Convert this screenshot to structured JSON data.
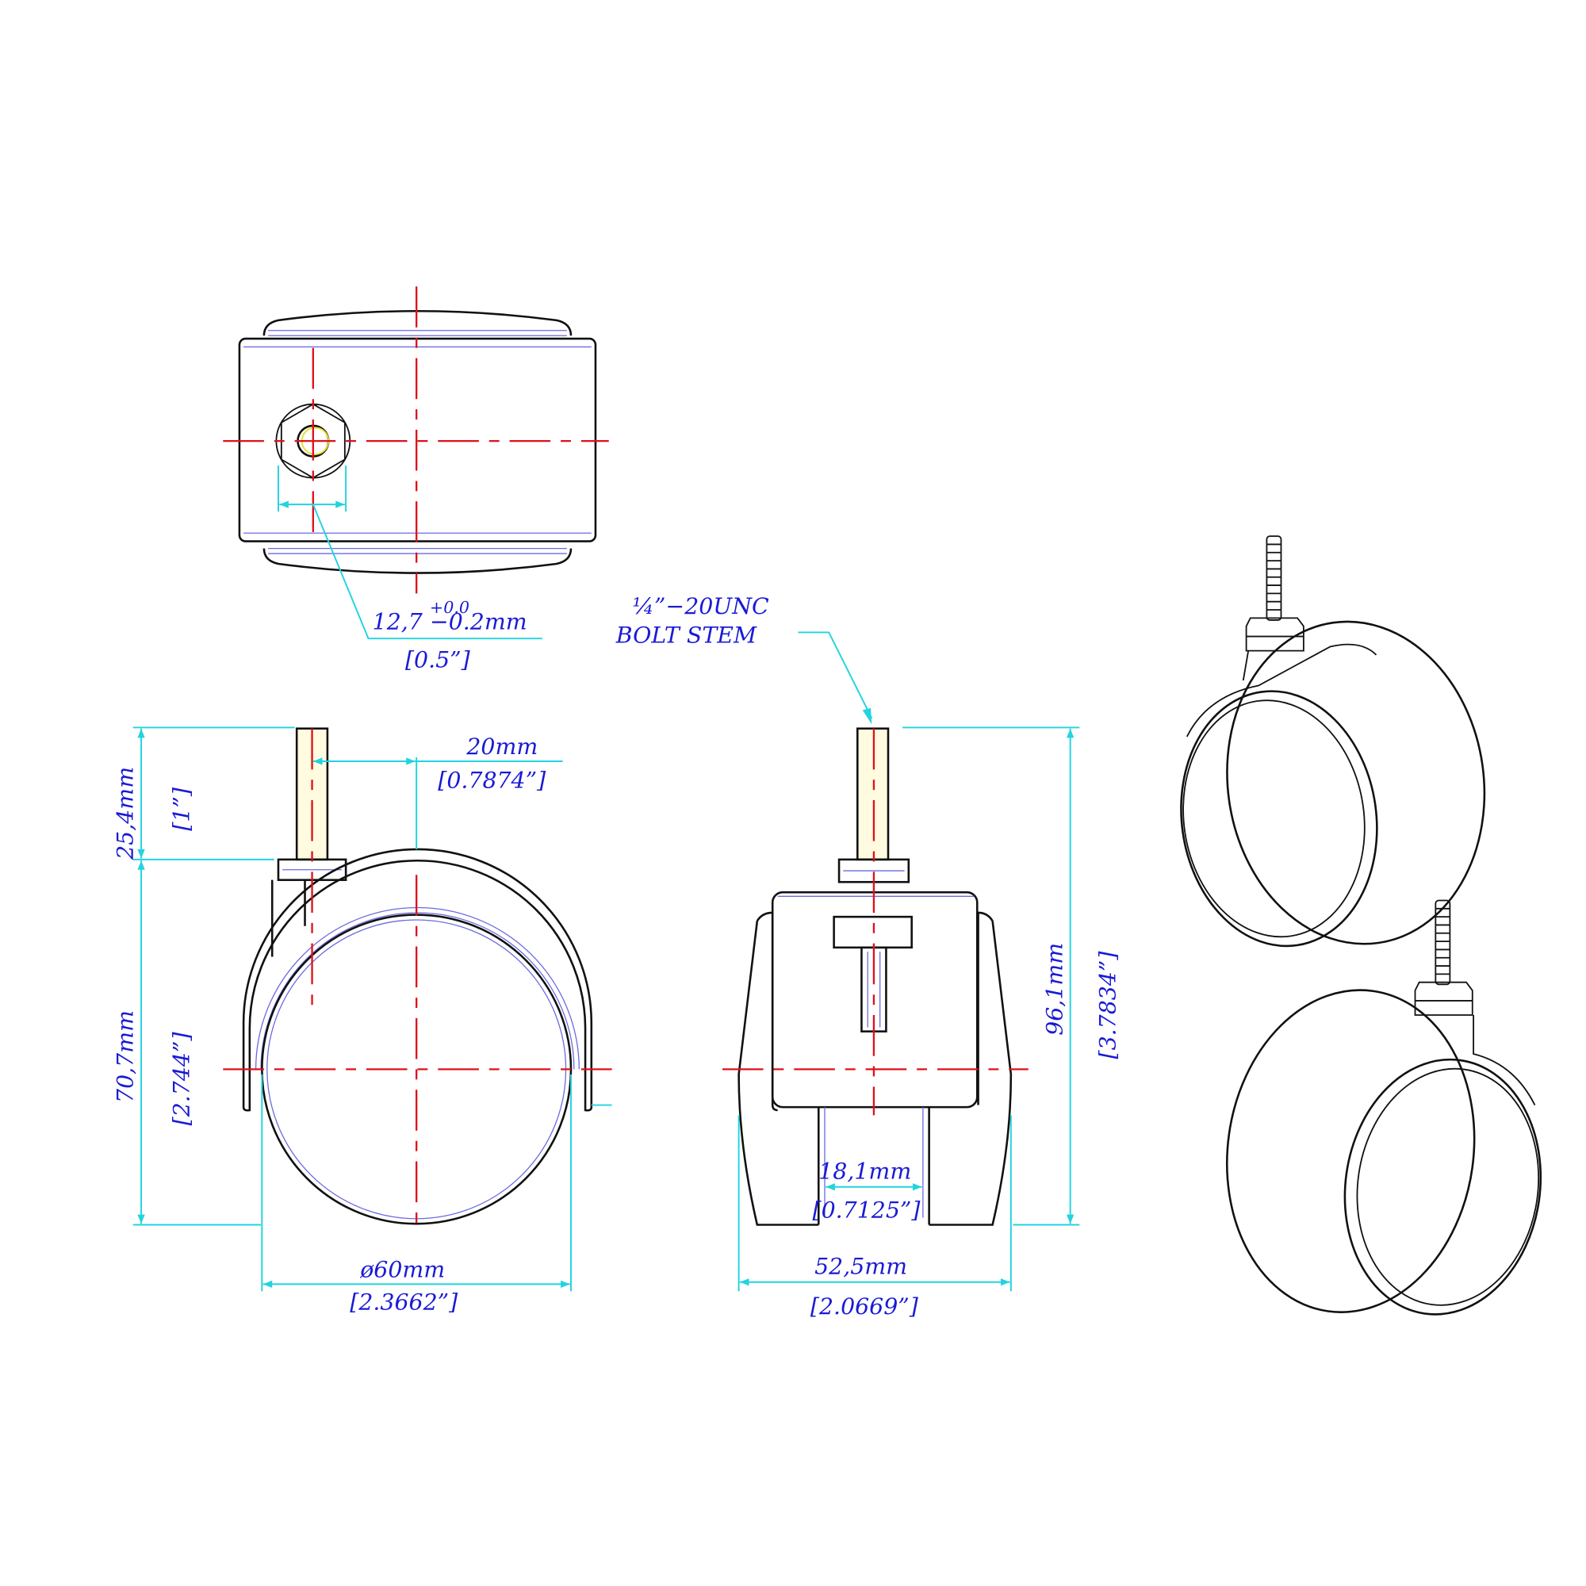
{
  "drawing": {
    "title": "Twin wheel caster with 1/4\"-20UNC bolt stem - dimensioned drawing",
    "views": [
      "top-view",
      "side-view",
      "front-view",
      "isometric-view-1",
      "isometric-view-2"
    ],
    "colors": {
      "text": "#1a1ad6",
      "object_line": "#111111",
      "center_line": "#e0101a",
      "dimension_line": "#22d3e0",
      "hidden_line": "#6a6ae0",
      "stem_fill": "#fffbe0"
    }
  },
  "dimensions": {
    "hex_nut": {
      "mm_base": "12,7",
      "tol_plus": "+0.0",
      "tol_minus": "−0.2mm",
      "inch": "[0.5”]"
    },
    "bolt_callout": {
      "line1": "¼”−20UNC",
      "line2": "BOLT  STEM"
    },
    "stem_offset": {
      "mm": "20mm",
      "inch": "[0.7874”]"
    },
    "stem_length": {
      "mm": "25,4mm",
      "inch": "[1”]"
    },
    "body_height": {
      "mm": "70,7mm",
      "inch": "[2.744”]"
    },
    "wheel_diameter": {
      "mm": "ø60mm",
      "inch": "[2.3662”]"
    },
    "overall_height": {
      "mm": "96,1mm",
      "inch": "[3.7834”]"
    },
    "hub_width": {
      "mm": "18,1mm",
      "inch": "[0.7125”]"
    },
    "overall_width": {
      "mm": "52,5mm",
      "inch": "[2.0669”]"
    }
  }
}
